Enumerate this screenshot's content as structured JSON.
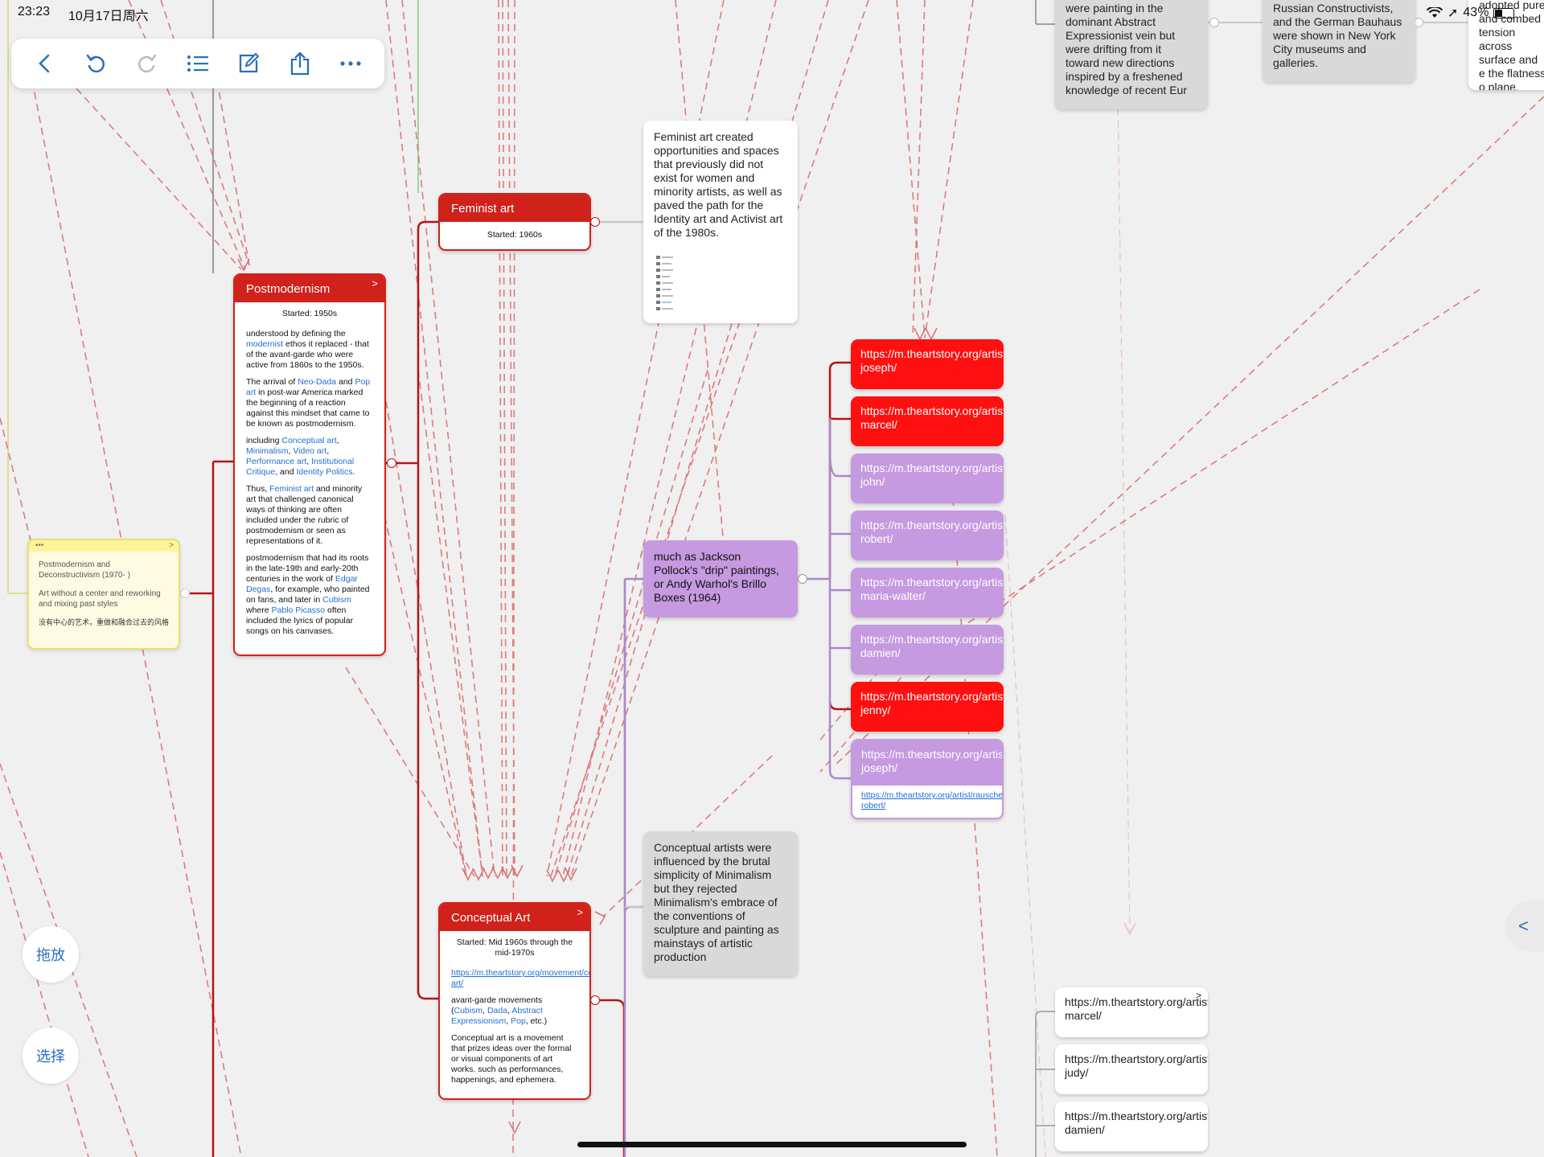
{
  "status": {
    "time": "23:23",
    "date": "10月17日周六",
    "battery": "43%"
  },
  "toolbar": {
    "icons": [
      "back-icon",
      "undo-icon",
      "redo-icon",
      "outline-icon",
      "edit-icon",
      "share-icon",
      "more-icon"
    ]
  },
  "side_buttons": {
    "drag": "拖放",
    "select": "选择"
  },
  "nodes": {
    "postmodernism": {
      "title": "Postmodernism",
      "started": "Started: 1950s",
      "p1a": "understood by defining the ",
      "p1b": "modernist",
      "p1c": " ethos it replaced - that of the avant-garde who were active from 1860s to the 1950s.",
      "p2a": "The arrival of ",
      "p2b": "Neo-Dada",
      "p2c": " and ",
      "p2d": "Pop art",
      "p2e": " in post-war America marked the beginning of a reaction against this mindset that came to be known as postmodernism.",
      "p3a": "including ",
      "p3b": "Conceptual art",
      "p3c": ", ",
      "p3d": "Minimalism",
      "p3e": ", ",
      "p3f": "Video art",
      "p3g": ", ",
      "p3h": "Performance art",
      "p3i": ", ",
      "p3j": "Institutional Critique",
      "p3k": ", and ",
      "p3l": "Identity Politics",
      "p3m": ".",
      "p4a": "Thus, ",
      "p4b": "Feminist art",
      "p4c": " and minority art that challenged canonical ways of thinking are often included under the rubric of postmodernism or seen as representations of it.",
      "p5a": "postmodernism that had its roots in the late-19th and early-20th centuries in the work of ",
      "p5b": "Edgar Degas",
      "p5c": ", for example, who painted on fans, and later in ",
      "p5d": "Cubism",
      "p5e": " where ",
      "p5f": "Pablo Picasso",
      "p5g": " often included the lyrics of popular songs on his canvases."
    },
    "feminist": {
      "title": "Feminist art",
      "started": "Started: 1960s"
    },
    "conceptual": {
      "title": "Conceptual Art",
      "started": "Started: Mid 1960s through the mid-1970s",
      "link": "https://m.theartstory.org/movement/conceptual-art/",
      "p1a": "avant-garde movements (",
      "p1b": "Cubism",
      "p1c": ", ",
      "p1d": "Dada",
      "p1e": ", ",
      "p1f": "Abstract Expressionism",
      "p1g": ", ",
      "p1h": "Pop",
      "p1i": ", etc.)",
      "p2": "Conceptual art is a movement that prizes ideas over the formal or visual components of art works. such as performances, happenings, and ephemera."
    },
    "yellow_note": {
      "line1": "Postmodernism and Deconstructivism (1970- )",
      "line2": "Art without a center and reworking and mixing past styles",
      "line3": "没有中心的艺术，重做和融合过去的风格"
    }
  },
  "notes": {
    "feminist_desc": "Feminist art created opportunities and spaces that previously did not exist for women and minority artists, as well as paved the path for the Identity art and Activist art of the 1980s.",
    "pollock": "much as Jackson Pollock's \"drip\" paintings, or Andy Warhol's Brillo Boxes (1964)",
    "conceptual_desc": "Conceptual artists were influenced by the brutal simplicity of Minimalism but they rejected Minimalism's embrace of the conventions of sculpture and painting as mainstays of artistic production",
    "top1": "were painting in the dominant Abstract Expressionist vein but were drifting from it toward new directions inspired by a freshened knowledge of recent Eur",
    "top2": "Russian Constructivists, and the German Bauhaus were shown in New York City museums and galleries.",
    "top3": "adopted pure and combed tension across surface and e the flatness o plane."
  },
  "urls": [
    {
      "text": "https://m.theartstory.org/artist/beuys-joseph/",
      "color": "red"
    },
    {
      "text": "https://m.theartstory.org/artist/duchamp-marcel/",
      "color": "red"
    },
    {
      "text": "https://m.theartstory.org/artist/baldessari-john/",
      "color": "purple"
    },
    {
      "text": "https://m.theartstory.org/artist/smithson-robert/",
      "color": "purple"
    },
    {
      "text": "https://m.theartstory.org/artist/de-maria-walter/",
      "color": "purple"
    },
    {
      "text": "https://m.theartstory.org/artist/hirst-damien/",
      "color": "purple"
    },
    {
      "text": "https://m.theartstory.org/artist/holzer-jenny/",
      "color": "red"
    },
    {
      "text": "https://m.theartstory.org/artist/kosuth-joseph/",
      "color": "purple"
    }
  ],
  "kosuth_sublink": "https://m.theartstory.org/artist/rauschenberg-robert/",
  "right_urls": [
    "https://m.theartstory.org/artist/duchamp-marcel/",
    "https://m.theartstory.org/artist/chicago-judy/",
    "https://m.theartstory.org/artist/hirst-damien/"
  ],
  "colors": {
    "accent_red": "#d0211a",
    "url_red": "#ff1010",
    "url_purple": "#c59ae0",
    "note_gray": "#d9d9d9",
    "icon_blue": "#2a6fb8"
  }
}
